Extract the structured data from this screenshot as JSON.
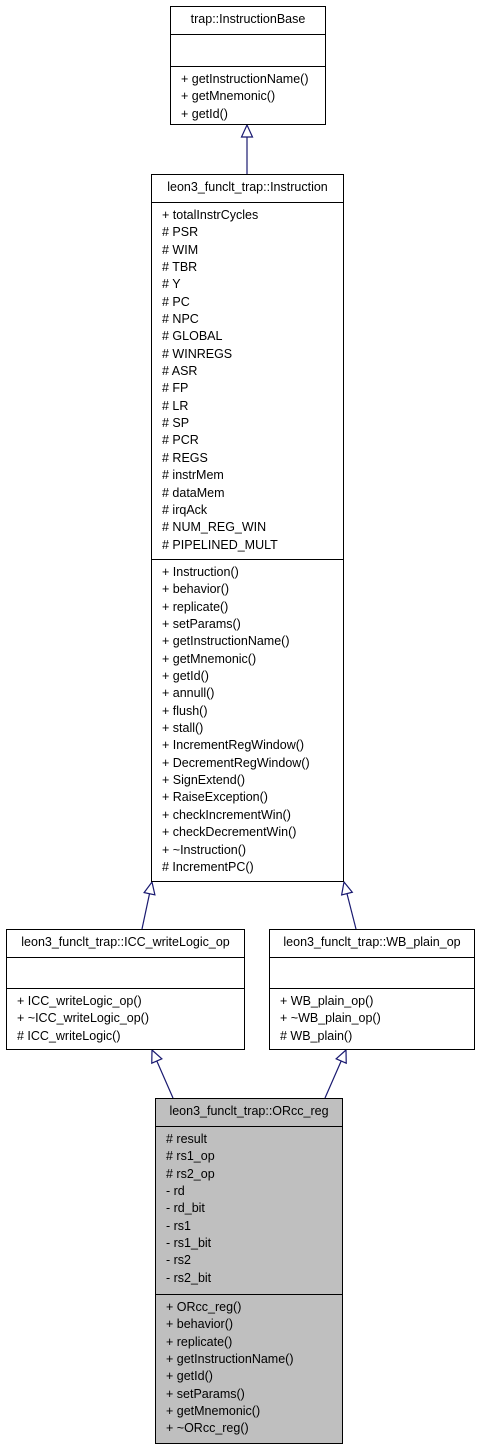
{
  "classes": {
    "base": {
      "name": "trap::InstructionBase",
      "attributes": [],
      "operations": [
        "+ getInstructionName()",
        "+ getMnemonic()",
        "+ getId()"
      ]
    },
    "instruction": {
      "name": "leon3_funclt_trap::Instruction",
      "attributes": [
        "+ totalInstrCycles",
        "# PSR",
        "# WIM",
        "# TBR",
        "# Y",
        "# PC",
        "# NPC",
        "# GLOBAL",
        "# WINREGS",
        "# ASR",
        "# FP",
        "# LR",
        "# SP",
        "# PCR",
        "# REGS",
        "# instrMem",
        "# dataMem",
        "# irqAck",
        "# NUM_REG_WIN",
        "# PIPELINED_MULT"
      ],
      "operations": [
        "+ Instruction()",
        "+ behavior()",
        "+ replicate()",
        "+ setParams()",
        "+ getInstructionName()",
        "+ getMnemonic()",
        "+ getId()",
        "+ annull()",
        "+ flush()",
        "+ stall()",
        "+ IncrementRegWindow()",
        "+ DecrementRegWindow()",
        "+ SignExtend()",
        "+ RaiseException()",
        "+ checkIncrementWin()",
        "+ checkDecrementWin()",
        "+ ~Instruction()",
        "# IncrementPC()"
      ]
    },
    "icc": {
      "name": "leon3_funclt_trap::ICC_writeLogic_op",
      "attributes": [],
      "operations": [
        "+ ICC_writeLogic_op()",
        "+ ~ICC_writeLogic_op()",
        "# ICC_writeLogic()"
      ]
    },
    "wb": {
      "name": "leon3_funclt_trap::WB_plain_op",
      "attributes": [],
      "operations": [
        "+ WB_plain_op()",
        "+ ~WB_plain_op()",
        "# WB_plain()"
      ]
    },
    "orcc": {
      "name": "leon3_funclt_trap::ORcc_reg",
      "attributes": [
        "# result",
        "# rs1_op",
        "# rs2_op",
        "- rd",
        "- rd_bit",
        "- rs1",
        "- rs1_bit",
        "- rs2",
        "- rs2_bit"
      ],
      "operations": [
        "+ ORcc_reg()",
        "+ behavior()",
        "+ replicate()",
        "+ getInstructionName()",
        "+ getId()",
        "+ setParams()",
        "+ getMnemonic()",
        "+ ~ORcc_reg()"
      ]
    }
  },
  "relations": [
    {
      "from": "instruction",
      "to": "base",
      "type": "inheritance"
    },
    {
      "from": "icc",
      "to": "instruction",
      "type": "inheritance"
    },
    {
      "from": "wb",
      "to": "instruction",
      "type": "inheritance"
    },
    {
      "from": "orcc",
      "to": "icc",
      "type": "inheritance"
    },
    {
      "from": "orcc",
      "to": "wb",
      "type": "inheritance"
    }
  ],
  "colors": {
    "edge": "#191970",
    "highlight_fill": "#bfbfbf",
    "box_fill": "#ffffff"
  }
}
